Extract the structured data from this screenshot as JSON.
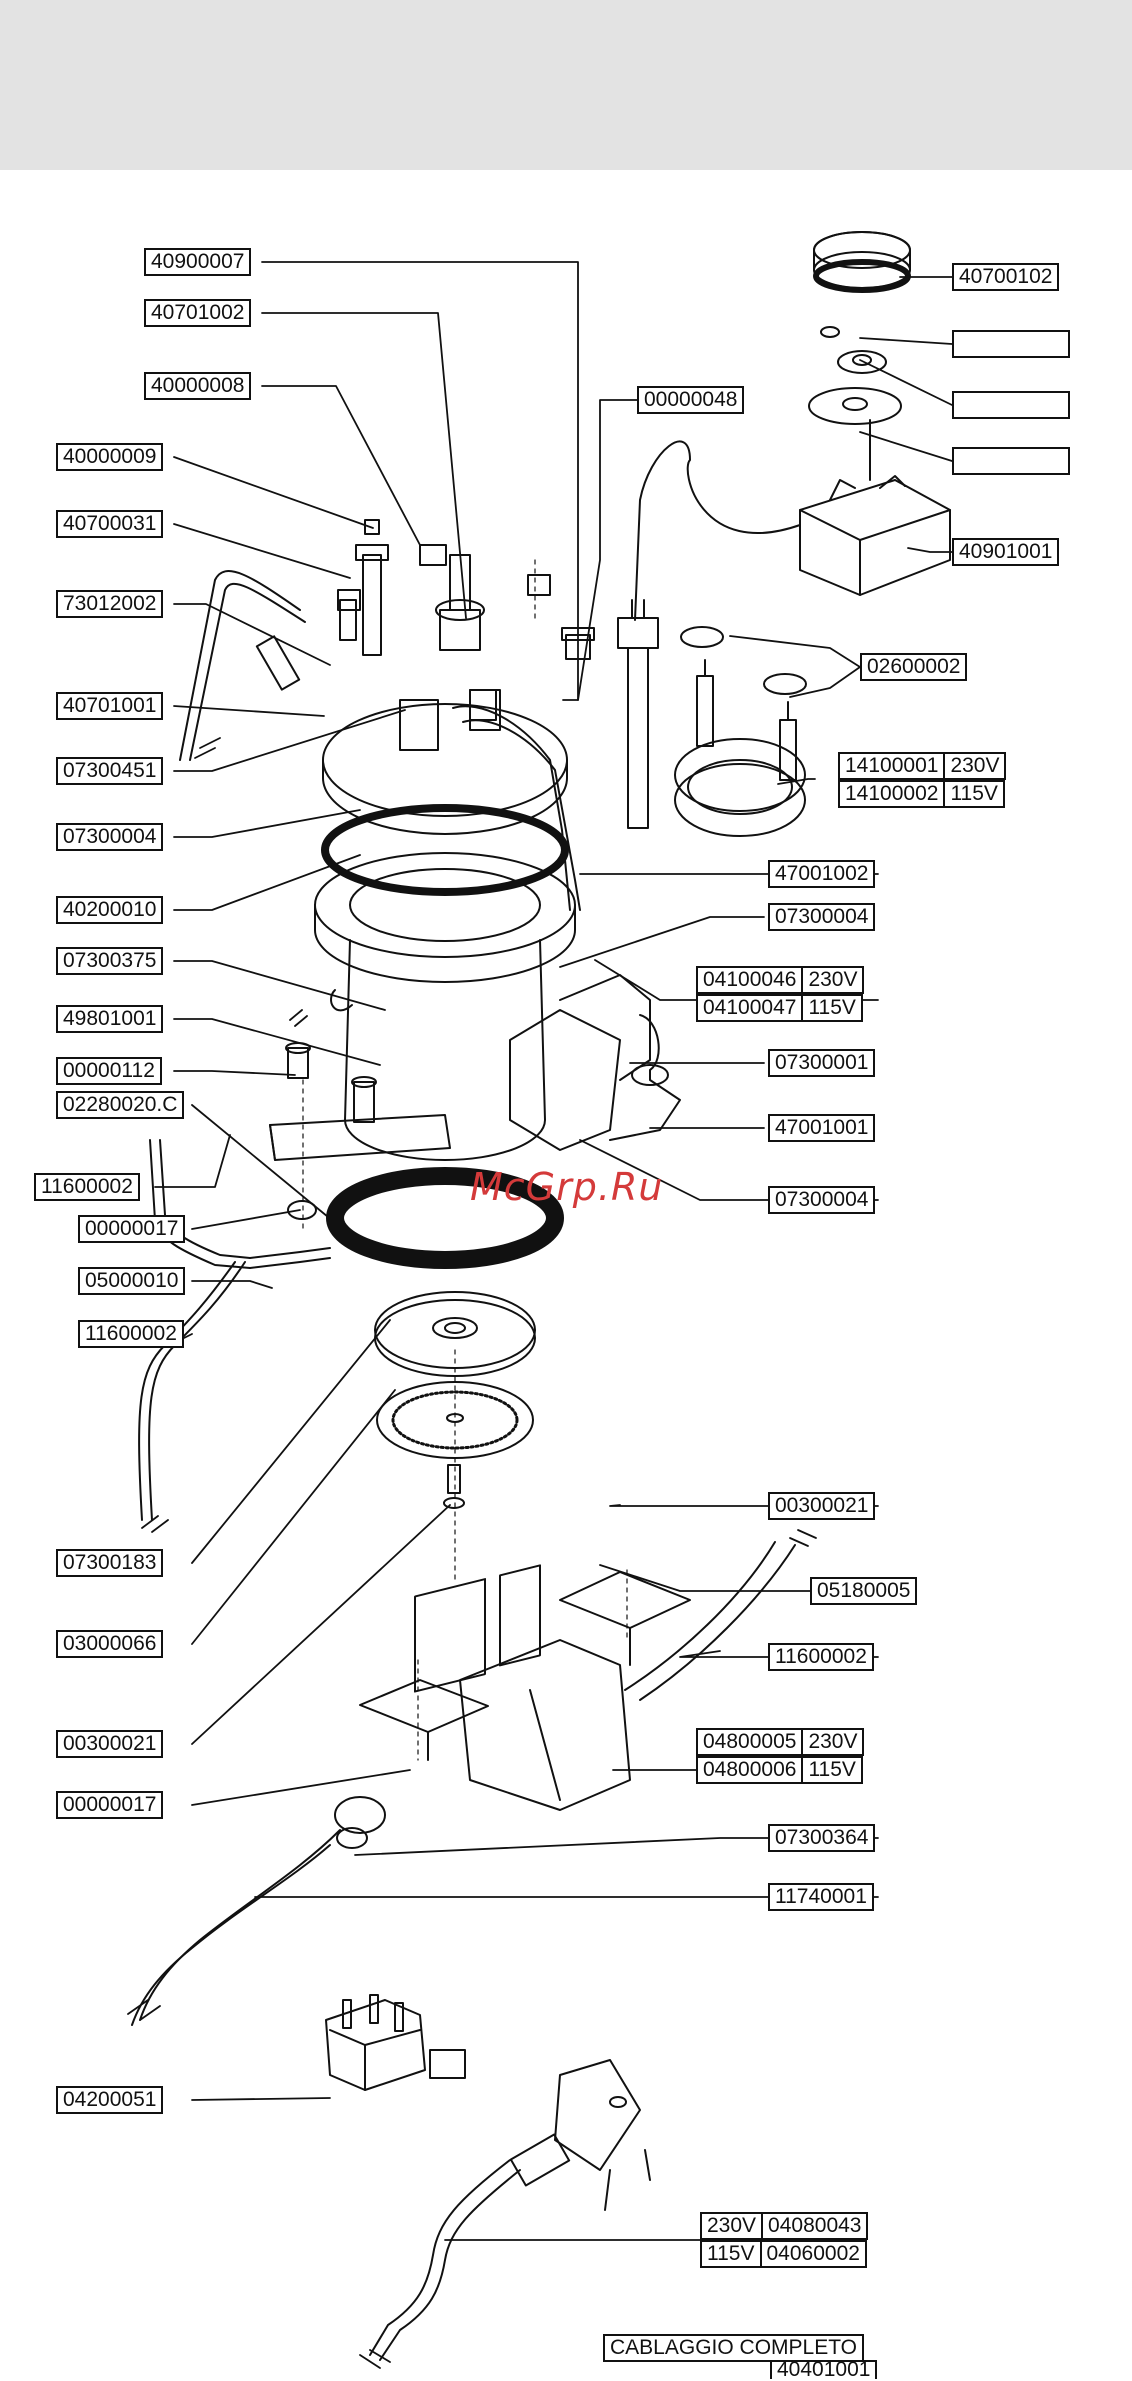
{
  "watermark": "McGrp.Ru",
  "callouts": {
    "p40900007": "40900007",
    "p40701002": "40701002",
    "p40000008": "40000008",
    "p00000048": "00000048",
    "p40000009": "40000009",
    "p40700031": "40700031",
    "p73012002": "73012002",
    "p40701001": "40701001",
    "p07300451": "07300451",
    "p07300004a": "07300004",
    "p40200010": "40200010",
    "p07300375": "07300375",
    "p49801001": "49801001",
    "p00000112": "00000112",
    "p02280020C": "02280020.C",
    "p11600002a": "11600002",
    "p00000017a": "00000017",
    "p05000010": "05000010",
    "p11600002b": "11600002",
    "p07300183": "07300183",
    "p03000066": "03000066",
    "p00300021a": "00300021",
    "p00000017b": "00000017",
    "p04200051": "04200051",
    "p40700102": "40700102",
    "p40901001": "40901001",
    "p02600002": "02600002",
    "p47001002": "47001002",
    "p07300004b": "07300004",
    "p07300001": "07300001",
    "p47001001": "47001001",
    "p07300004c": "07300004",
    "p00300021b": "00300021",
    "p05180005": "05180005",
    "p11600002c": "11600002",
    "p07300364": "07300364",
    "p11740001": "11740001"
  },
  "variants": {
    "heater": [
      {
        "code": "14100001",
        "volt": "230V"
      },
      {
        "code": "14100002",
        "volt": "115V"
      }
    ],
    "pump": [
      {
        "code": "04100046",
        "volt": "230V"
      },
      {
        "code": "04100047",
        "volt": "115V"
      }
    ],
    "solenoid": [
      {
        "code": "04800005",
        "volt": "230V"
      },
      {
        "code": "04800006",
        "volt": "115V"
      }
    ],
    "power_cord": [
      {
        "volt": "230V",
        "code": "04080043"
      },
      {
        "volt": "115V",
        "code": "04060002"
      }
    ]
  },
  "wiring": {
    "title": "CABLAGGIO COMPLETO",
    "code": "40401001"
  }
}
